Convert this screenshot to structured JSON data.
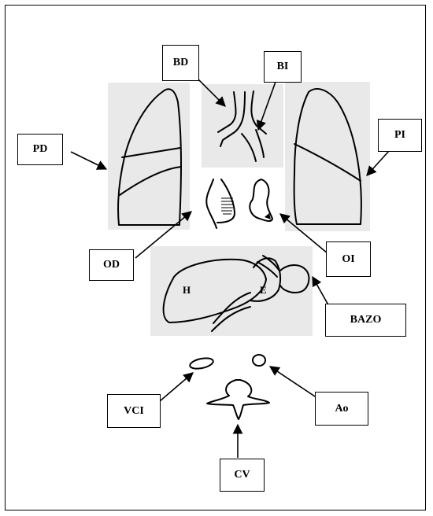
{
  "labels": {
    "bd": "BD",
    "bi": "BI",
    "pd": "PD",
    "pi": "PI",
    "od": "OD",
    "oi": "OI",
    "h": "H",
    "e": "E",
    "bazo": "BAZO",
    "vci": "VCI",
    "ao": "Ao",
    "cv": "CV"
  }
}
